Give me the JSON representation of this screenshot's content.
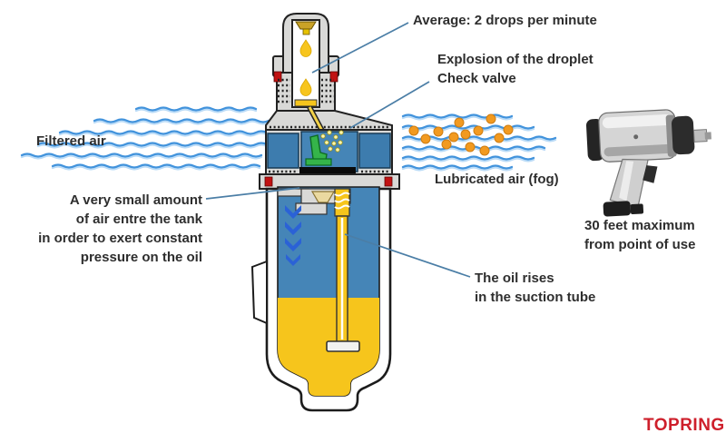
{
  "annotations": {
    "average": "Average: 2 drops per minute",
    "explosion_line1": "Explosion of the droplet",
    "explosion_line2": "Check valve",
    "filtered_air": "Filtered air",
    "lubricated_air": "Lubricated air (fog)",
    "tank_pressure_line1": "A very small amount",
    "tank_pressure_line2": "of air entre the tank",
    "tank_pressure_line3": "in order to exert constant",
    "tank_pressure_line4": "pressure on the oil",
    "oil_rises_line1": "The oil rises",
    "oil_rises_line2": "in the suction tube",
    "distance_line1": "30 feet maximum",
    "distance_line2": "from point of use"
  },
  "logo": {
    "text": "TOPRING"
  },
  "illustration_parts": {
    "device": "air-line-lubricator-cutaway",
    "left_flow": "filtered-air-stream",
    "right_flow": "lubricated-air-fog-stream",
    "tool": "pneumatic-impact-wrench"
  },
  "colors": {
    "air_blue": "#4585b7",
    "oil_yellow": "#f6c51c",
    "stream_blue": "#4293dc",
    "droplet_orange": "#f29a20",
    "valve_green": "#35b44a",
    "seal_red": "#c11212",
    "leader_line_blue": "#4b7ea6",
    "logo_red": "#ce1f2b",
    "text_dark": "#2e2e2e",
    "metal_gray": "#d9d9d7"
  }
}
